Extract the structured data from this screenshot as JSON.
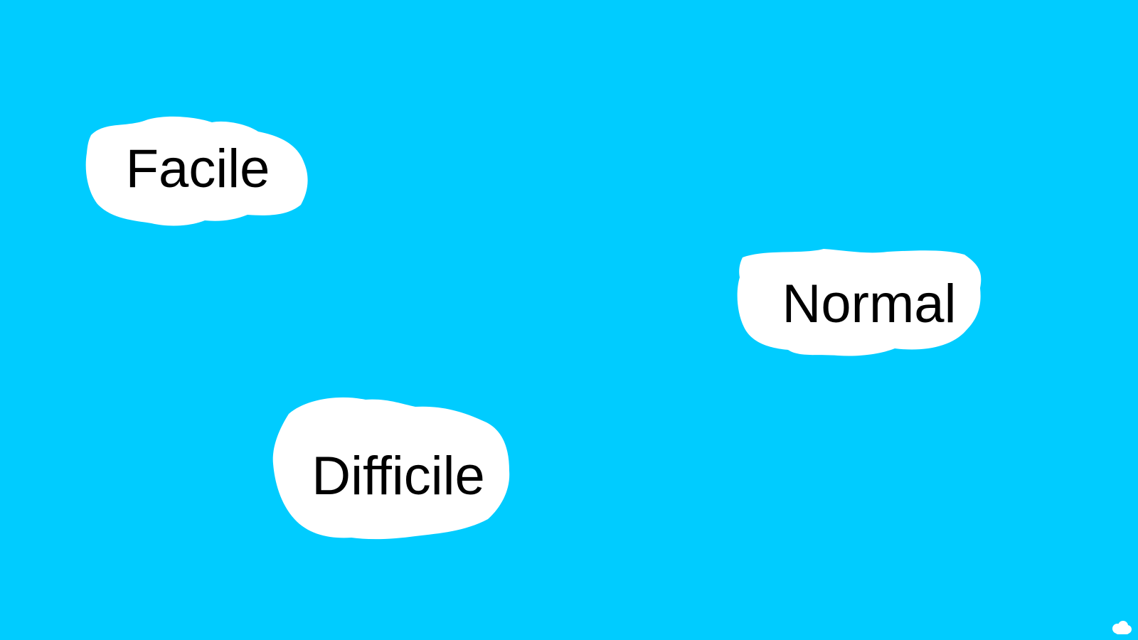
{
  "background_color": "#00CCFF",
  "cloud_color": "#FFFFFF",
  "text_color": "#000000",
  "menu": {
    "options": [
      {
        "label": "Facile"
      },
      {
        "label": "Normal"
      },
      {
        "label": "Difficile"
      }
    ]
  },
  "corner_icon": "cloud-icon"
}
